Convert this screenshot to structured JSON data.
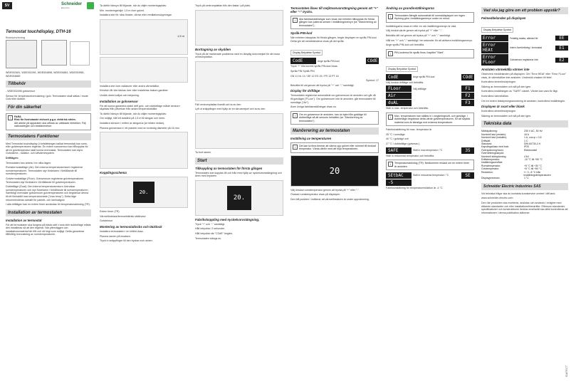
{
  "header": {
    "lang": "SV",
    "brand": "Schneider",
    "brand_sub": "Electric"
  },
  "col1": {
    "title": "Termostat touchdisplay, DTH-16",
    "subtitle": "Bruksanvisning",
    "articles": "WDE002481, WDE002491, WDE004898, WDE004861, WDE003981, WDE004889",
    "h_tillbehor": "Tillbehör",
    "tillbehor": "- WDE002496 golvsensor",
    "tillbehor_text": "Sensor för temperaturövervakning i golv. Termostaten skall sättas i mode Golv eller dubbel.",
    "h_sakerhet": "För din säkerhet",
    "fara_label": "FARA",
    "fara_title": "Risk för livshotande elchock p.g.a. elektrisk ström.",
    "fara_text": "Allt arbete på apparaten ska utföras av utbildade elektriker. Följ nationalregler och bestämmelser.",
    "h_funktioner": "Termostatens Funktioner",
    "funktioner_text": "Med Termostat touchdisplay (i fortsättningen kallad termostat) kan rums- eller golvtemperaturen regleras. En extern rumssensor kan tillkopplas för att en golvtemperatur skall kunna övervakas. Termostaten kan styra: Golvvärme-, radiator- och luftvärmesystem.",
    "drift_label": "Driftlägen:",
    "drift_text": "Termostaten kan arbeta i tre olika lägen:",
    "drift_1": "Rumstermostatläge (Air): Den interna temperatursensorn registrerar rumstemperaturen. Termostaten styr fördelaren i förhållande till rumstemperaturen.",
    "drift_2": "Golvtermostatläge (Floor): Golvsensorn registrerar golvtemperaturen. Termostaten styr fördelaren i förhållande till golvtemperaturen.",
    "drift_3": "Dubbelläge (Dual): Den interna temperatursensorn övervakar rumstemperaturen och styr fördelaren i förhållande till rumstemperaturen. Samtidigt övervakar golvsensorn golvtemperaturen och begränsar denna till ett förinställt max temperaturvärde (\"max temp\"). Detta läge rekommenderas särskilt för parkett- och laminatgolv.",
    "drift_foot": "I alla driftlägen kan en extern timer användas för temperatursänkning (TR).",
    "h_installation": "Installation av termostaten",
    "inst_sub": "Installation av termostat",
    "inst_text": "För att termostaten ska fungera på bästa sätt i rums eller dubbelläge måste den installeras så att den reglerar. När ytterväggen och installationsmaterial blir fritt och så högt som möjligt. Detta garanterar tillförlitlig övervakning av rumstemperaturen."
  },
  "col2": {
    "intro": "Ta därför hänsyn till följande, när du väljer monteringsplats:",
    "b1": "Min. monteringshöjd: 1,5 m över golvet.",
    "b2": "Installera inte för nära fönster, dörrar eller ventilationsöppningar.",
    "dim": "1,5 m",
    "b3": "Installera inte över radiatorer eller andra värmekällor.",
    "b4": "Enheten får inte täckas över eller installeras bakom gardiner.",
    "b5": "Undvik direkt solljus och belysning.",
    "h_sensor": "Installation av golvsensor",
    "sensor_text": "För att kunna garantera stabil drift golv- och dubbelläge måste sensorn skyddas från påverkan från andra temperaturkällor.",
    "sensor_intro": "Ta därför hänsyn till följande, när du väljer monteringsplats:",
    "s1": "Om möjligt, håll ett avstånd på 1,5 m till slingan och rören.",
    "s2": "Installera sensorn i mitten av slingorna (se bilden nedan).",
    "s3": "Placera golvsensorn i ett plaströr med en invändig diameter på 16 mm.",
    "h_koppling": "Kopplingsschema",
    "k_a": "Extern timer (TR)",
    "k_b": "Värmefördelare/termoelektrisk ställmotor",
    "k_c": "Golvsensor",
    "h_montering": "Montering av termostatlocks och täcklock",
    "m1": "Installera termostaten i en infälld dosa.",
    "m2": "Placera ramen på insatsen.",
    "m3": "Tryck in snäppfingre till den tryckar mot ramen.",
    "disp_value": "20."
  },
  "col3": {
    "t1": "Tryck på centrumplattan tills den fastar i på plats.",
    "h_byte": "Borttagning av skydden",
    "b1": "Tryck på de markerade punkterna med en lämplig skruvmejsel för att lossa centrumplattan.",
    "f1": "Fäll centrumplattan framåt och ta av den.",
    "f2": "Lyft ut snäppfingre med hjälp av en skruvmejsel och ta av den.",
    "f3": "Ta bort ramen.",
    "h_start": "Start",
    "start_sub": "Tillkoppling av termostaten för första gången",
    "start_text": "Termostaten kan kopplas till och från med hjälp av nyckelvarvsstängning och även med brytaren.",
    "disp_temp": "20.",
    "h_fabrik": "Fabrikskoppling med nyckelvarvstängning,",
    "fk1": "Tryck \"+\" och \"-\" samtidigt.",
    "fk2": "Håll intryckta i 3 sekunder.",
    "fk3": "Håll intryckta när \"COdE\" begärs.",
    "fk4": "Termostaten stängs av."
  },
  "col4": {
    "h_lock": "Termostaten låses till möjlövanvarstängning genom att \"+\" eller \"-\" trycks.",
    "lock_note": "Alla fabriksinställningar som visas när enheten tillkopplas för första gången kan justeras senare i inställningsmenyn (se \"Manövrering av termostaten\").",
    "h_pin": "Språk-PIN-kod",
    "pin_text": "När enheten inkopplas för första gången, begär displayen en språk-PIN-kod. Detta gör att meddelandena visas på det språk.",
    "tbl_head": "Display Betydelse Symbol",
    "code_lcd": "CodE",
    "code_lab": "Ange språk-PIN-kod",
    "code_sym": "COdE",
    "pin_hint": "Tryck \"+\" tills korrekt språk-PIN-kod visas.",
    "pin_head": "Språk PIN Språk PIN",
    "pins": "GN 11 NL 14 / DE 12 ES 15 / FR 13 PT 16",
    "symbol": "Symbol: 17",
    "pin_confirm": "Bekräfta till val genom att trycka på \"+\" och \"-\" samtidigt.",
    "h_driftlage": "Display för driftläge",
    "driftlage_text": "Termostaten registrerar automatiskt om golvsensorn är ansluten och går då till golvläget (\"FLoor\"). Om golvsensorn inte är ansluten, går termostaten till rumsläge (\"Air\").",
    "driftlage_note": "Även övriga fabriksinställningar visas nu.",
    "warn_drift": "Om en golvsensor är ansluten, kan du byta från golvläge till dubbelläge så att sensorn fortsätter (se \"Manövrering av termostaten\").",
    "h_manovrering": "Manövrering av termostaten",
    "inst_temp": "Inställning av temperaturen",
    "warn_temp": "Det kan ta flera timmar att värma upp golvet eller rummet till önskad temperatur. Vänta därför med att höja temperaturen.",
    "disp": "20",
    "t1": "Välj önskad rumstemperatur genom att trycka på \"+\" eller \"-\".",
    "t2": "Önskad rumstemperatur visas på displayen.",
    "t3": "Den blå punkten i indikerar att värmeförskaren är under uppvärmning."
  },
  "col5": {
    "h_grund": "Ändring av grundinställningarna",
    "grund_warn": "Termostaten återgår automatiskt till normaldisplayen om ingen ifrytning görs i inställningsmenyn under en minut.",
    "grund_1": "Inställningarna visas en efter en när inställningsmenyn är vald.",
    "grund_2": "Välj önskat värde genom att trycka på \"+\" eller \"-\".",
    "grund_3": "Bekräfta ditt val genom att trycka på \"+\" och \"-\" samtidigt.",
    "step1": "Håll ner \"+\" och \"-\" samtidigt i tre sekunder för att aktivera inställningsmenyn.",
    "step2": "Ange språk-PIN-kod och bekräfta.",
    "pin_warn": "PIN-koderna för språk finns i kapitlet \"Start\".",
    "tbl_head": "Display Betydelse Symbol",
    "code_lcd": "CodE",
    "code_lab": "Ange språk PIN-kod",
    "code_sym": "COdE",
    "step3": "Välj önskat driftläge och bekräfta.",
    "floor": "FLoor",
    "air": "Air",
    "dual": "duAL",
    "mode_lab": "Välj driftläge",
    "f1": "F1",
    "f2": "F2",
    "f3": "F3",
    "step4": "Ställ in max. temperatur och bekräfta.",
    "max_warn": "Max. temperaturen kan ställas in i omgivningsluft- och golvläge. I dubbelläge begränsar detta värde golvtemperaturen, för att skydda material som är känsliga mot extrema temperaturer.",
    "fab_max": "Fabriksinställning för max. temperatur är",
    "fm1": "35 °C i rumsläge",
    "fm2": "40 °C i golvläge och",
    "fm3": "27 °C i dubbelläge (golvmax.).",
    "safe": "SAFE",
    "safe_lab": "Ställ in max.temperatur i °C",
    "safe_val": "35",
    "step5": "Ställ in reducerad temperatur och bekräfta.",
    "red_warn": "Temperatursänkning (TR): Nedkommer endast om en extern timer är ansluten.",
    "setback": "SEtbAC",
    "setback_lab": "Ställ in reducerad temperatur i °C",
    "setback_sym": "SE",
    "setback_val": "-5",
    "red_foot": "Fabriksinställning för temperaturreduktion är -4 °C."
  },
  "col6": {
    "h_problem": "Vad ska jag göra om ett problem uppstår?",
    "felmed": "Felmeddelanden på displayen",
    "tbl_head": "Display Betydelse Symbol",
    "errors": [
      {
        "lcd": "Error",
        "lab": "Felaktig indata, allmänt fel",
        "code": "EE"
      },
      {
        "lcd": "Error HEAt",
        "lab": "Intern överhettning i termostat",
        "code": "E1"
      },
      {
        "lcd": "Error FLoor",
        "lab": "Golvsensor registrerar inte",
        "code": "E2"
      }
    ],
    "h_varmekalla": "Ansluten värmekälla värmer inte",
    "vk1": "Observera meddelanden på displayen: Om \"Error HEAt\" eller \"Error FLoor\" visas, är värmekällan inte ansluten. Undersök orsaken till felet.",
    "vk2": "Kontrollera strömförsörjningen.",
    "vk3": "Säkring av termostaten och slå på den igen.",
    "vk4": "Kontrollera inställningen av \"SAFE\"-värdet. Värdet kan vara för lågt.",
    "vk5": "Kontrollera värmekällan.",
    "vk6": "Om en extern tidsstyrningsanordning är ansluten, kontrollera inställningen.",
    "h_dark": "Displayen är svart eller blank",
    "dk1": "Kontrollera strömförsörjningen.",
    "dk2": "Säkring av termostaten och slå på den igen.",
    "h_teknik": "Tekniska data",
    "specs": [
      [
        "Märkspänning:",
        "230 V AC, 50 Hz"
      ],
      [
        "Nominell last (resistiv):",
        "16 A"
      ],
      [
        "Nominell last (induktiv):",
        "1 A, cos φ = 0,6"
      ],
      [
        "Driftsätt:",
        "1 C"
      ],
      [
        "Standard:",
        "DIN 60730-2-9"
      ],
      [
        "Kapslingsklass med lock:",
        "IP20"
      ],
      [
        "Överspänning/Inom:",
        "Elektroniskt"
      ],
      [
        "Överhettningsskydd:",
        ""
      ],
      [
        "Nominell stötspänning:",
        "4 kV"
      ],
      [
        "Driftstemperatur:",
        "-10 °C till +50 °C"
      ],
      [
        "Inställningsområde:",
        ""
      ],
      [
        "Rumstemperatur:",
        "+5 °C till +30 °C"
      ],
      [
        "Golvtemperatur:",
        "+5 °C till +50 °C"
      ],
      [
        "Reduktion:",
        "+/- 0...8 °C från inställningstemperaturen"
      ],
      [
        "Displayprecision:",
        "1 °C"
      ]
    ],
    "h_company": "Schneider Electric Industries SAS",
    "company_text": "Vid tekniska frågor ska du kontakta kundservice centret i ditt land.",
    "company_url": "www.schneider-electric.com",
    "company_foot": "Den här produkten ska monteras, anslutas och används i enlighet med rådande standarder och eller installationsföreskrifter. Eftersom standarder, specifikationer och konstruktioner ändras emellanåt ska alltid kontrolleras att informationen i denna publikation stämmer.",
    "doc_no": "S1A79177"
  }
}
